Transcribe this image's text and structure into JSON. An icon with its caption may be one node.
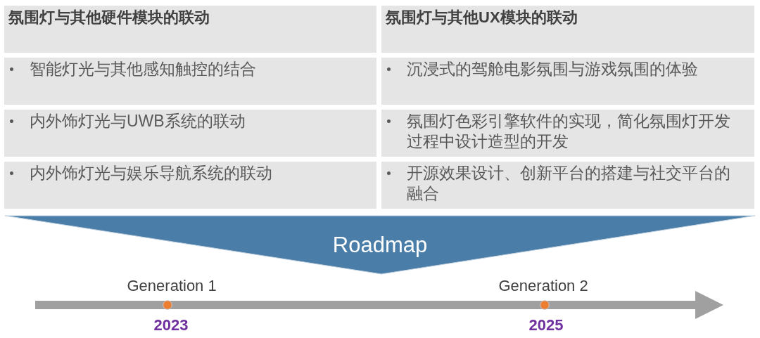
{
  "diagram": {
    "nodes": [
      {
        "text": [
          "氛围灯与其他硬件模块的联动"
        ]
      },
      {
        "text": [
          "氛围灯与其他UX模块的联动"
        ]
      },
      {
        "text": [
          "智能灯光与其他感知触控的结合"
        ]
      },
      {
        "text": [
          "沉浸式的驾舱电影氛围与游戏氛围的体验"
        ]
      },
      {
        "text": [
          "内外饰灯光与UWB系统的联动"
        ]
      },
      {
        "text": [
          "氛围灯色彩引擎软件的实现，简化氛围灯开发过程中设计造型的开发"
        ]
      },
      {
        "text": [
          "内外饰灯光与娱乐导航系统的联动"
        ]
      },
      {
        "text": [
          "开源效果设计、创新平台的搭建与社交平台的融合"
        ]
      },
      {
        "text": [
          "Roadmap"
        ]
      }
    ],
    "labels": [
      "Generation 1",
      "Generation 2",
      "2023",
      "2025"
    ]
  }
}
